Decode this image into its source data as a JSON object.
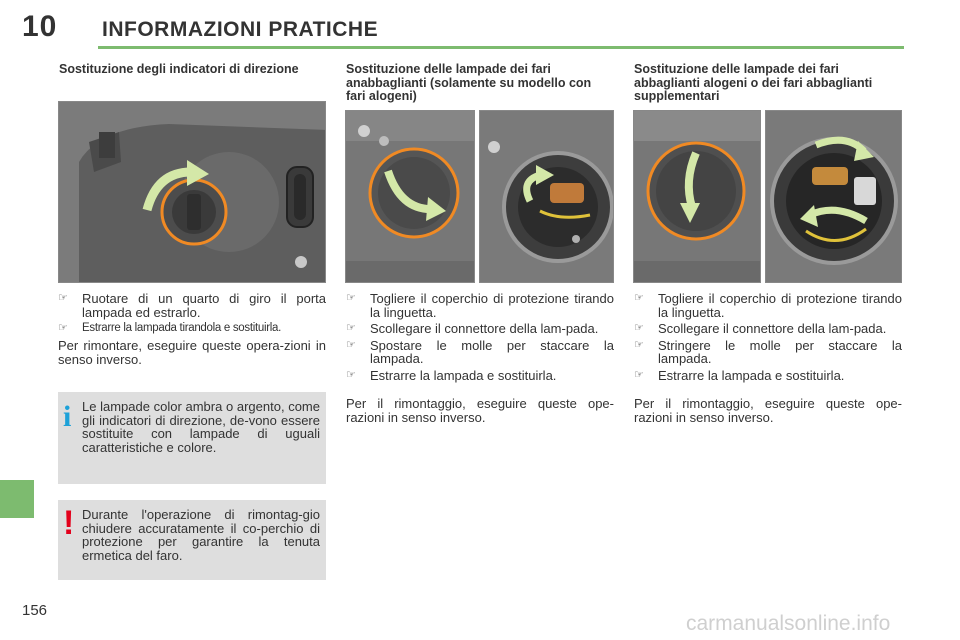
{
  "header": {
    "chapter_number": "10",
    "chapter_title": "INFORMAZIONI PRATICHE"
  },
  "footer": {
    "page_number": "156",
    "watermark": "carmanualsonline.info"
  },
  "colors": {
    "accent_green": "#7dbb6f",
    "info_blue": "#1da1d8",
    "warning_red": "#e3001b",
    "box_grey": "#dedede"
  },
  "col1": {
    "title": "Sostituzione degli indicatori di direzione",
    "steps": [
      "Ruotare di un quarto di giro il porta lampada ed estrarlo.",
      "Estrarre la lampada tirandola e sostituirla."
    ],
    "note": "Per rimontare, eseguire queste opera-zioni in senso inverso.",
    "info": {
      "icon": "info-icon",
      "text": "Le lampade color ambra o argento, come gli indicatori di direzione, de-vono essere sostituite con lampade di uguali caratteristiche e colore."
    },
    "warning": {
      "icon": "warning-icon",
      "text": "Durante l'operazione di rimontag-gio chiudere accuratamente il co-perchio di protezione per garantire la tenuta ermetica del faro."
    }
  },
  "col2": {
    "title": "Sostituzione delle lampade dei fari anabbaglianti (solamente su modello con fari alogeni)",
    "steps": [
      "Togliere il coperchio di protezione tirando la linguetta.",
      "Scollegare il connettore della lam-pada.",
      "Spostare le molle per staccare la lampada.",
      "Estrarre la lampada e sostituirla."
    ],
    "note": "Per il rimontaggio, eseguire queste ope-razioni in senso inverso."
  },
  "col3": {
    "title": "Sostituzione delle lampade dei fari abbaglianti alogeni o dei fari abbaglianti supplementari",
    "steps": [
      "Togliere il coperchio di protezione tirando la linguetta.",
      "Scollegare il connettore della lam-pada.",
      "Stringere le molle per staccare la lampada.",
      "Estrarre la lampada e sostituirla."
    ],
    "note": "Per il rimontaggio, eseguire queste ope-razioni in senso inverso."
  },
  "bullet_glyph": "☞"
}
